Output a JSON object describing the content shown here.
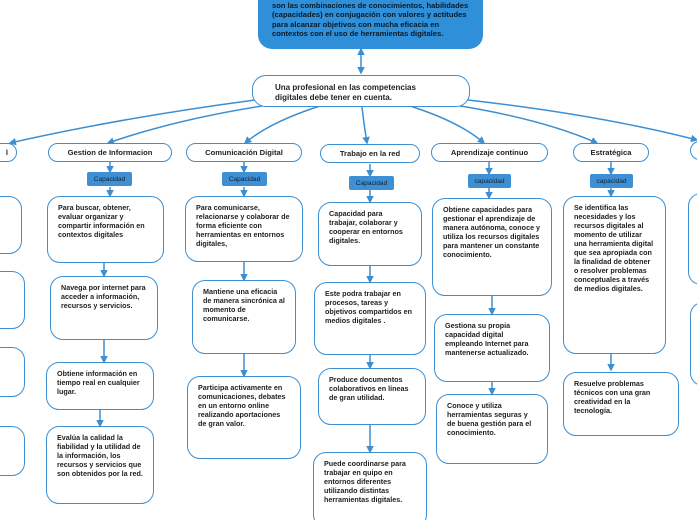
{
  "root": {
    "text": "son las combinaciones de conocimientos, habilidades (capacidades) en conjugación con valores y actitudes para alcanzar objetivos con mucha eficacia en contextos con el uso de herramientas digitales."
  },
  "central": {
    "text": "Una profesional en las competencias digitales debe tener en cuenta."
  },
  "categories": [
    {
      "label": "l",
      "tag": ""
    },
    {
      "label": "Gestion de Informacion",
      "tag": "Capacidad"
    },
    {
      "label": "Comunicación Digital",
      "tag": "Capacidad"
    },
    {
      "label": "Trabajo en la red",
      "tag": "Capacidad"
    },
    {
      "label": "Aprendizaje continuo",
      "tag": "capacidad"
    },
    {
      "label": "Estratégica",
      "tag": "capacidad"
    },
    {
      "label": "",
      "tag": ""
    }
  ],
  "nodes": {
    "gestion": [
      "Para buscar, obtener, evaluar organizar y compartir información en contextos digitales",
      "Navega por internet para acceder a información, recursos y servicios.",
      "Obtiene información en tiempo real en cualquier lugar.",
      "Evalúa la calidad la fiabilidad y la utilidad de la información, los recursos y servicios que son obtenidos por la red."
    ],
    "comunicacion": [
      "Para comunicarse, relacionarse y colaborar de forma eficiente con herramientas en entornos digitales,",
      "Mantiene una eficacia de manera sincrónica al momento de comunicarse.",
      "Participa activamente en comunicaciones, debates en un entorno online realizando aportaciones de gran valor."
    ],
    "trabajo": [
      "Capacidad para trabajar, colaborar y cooperar en entornos digitales.",
      "Este podra trabajar en procesos, tareas y objetivos compartidos en medios digitales .",
      "Produce documentos colaborativos en líneas de gran utilidad.",
      "Puede coordinarse para trabajar en quipo en entornos diferentes utilizando distintas herramientas digitales."
    ],
    "aprendizaje": [
      "Obtiene capacidades para gestionar el aprendizaje de manera autónoma, conoce y utiliza los recursos digitales para mantener un constante conocimiento.",
      "Gestiona su propia capacidad digital empleando Internet para mantenerse actualizado.",
      "Conoce y utiliza herramientas seguras y de buena gestión para el conocimiento."
    ],
    "estrategica": [
      "Se identifica las necesidades y los recursos digitales al momento de utilizar una herramienta digital que sea apropiada con la finalidad de obtener o resolver problemas conceptuales a través de medios digitales.",
      "Resuelve problemas técnicos con una gran creatividad en la tecnología."
    ]
  },
  "colors": {
    "accent": "#3d8fd1",
    "root_fill": "#2f8fd8",
    "tag_fill": "#3e8fd4"
  }
}
